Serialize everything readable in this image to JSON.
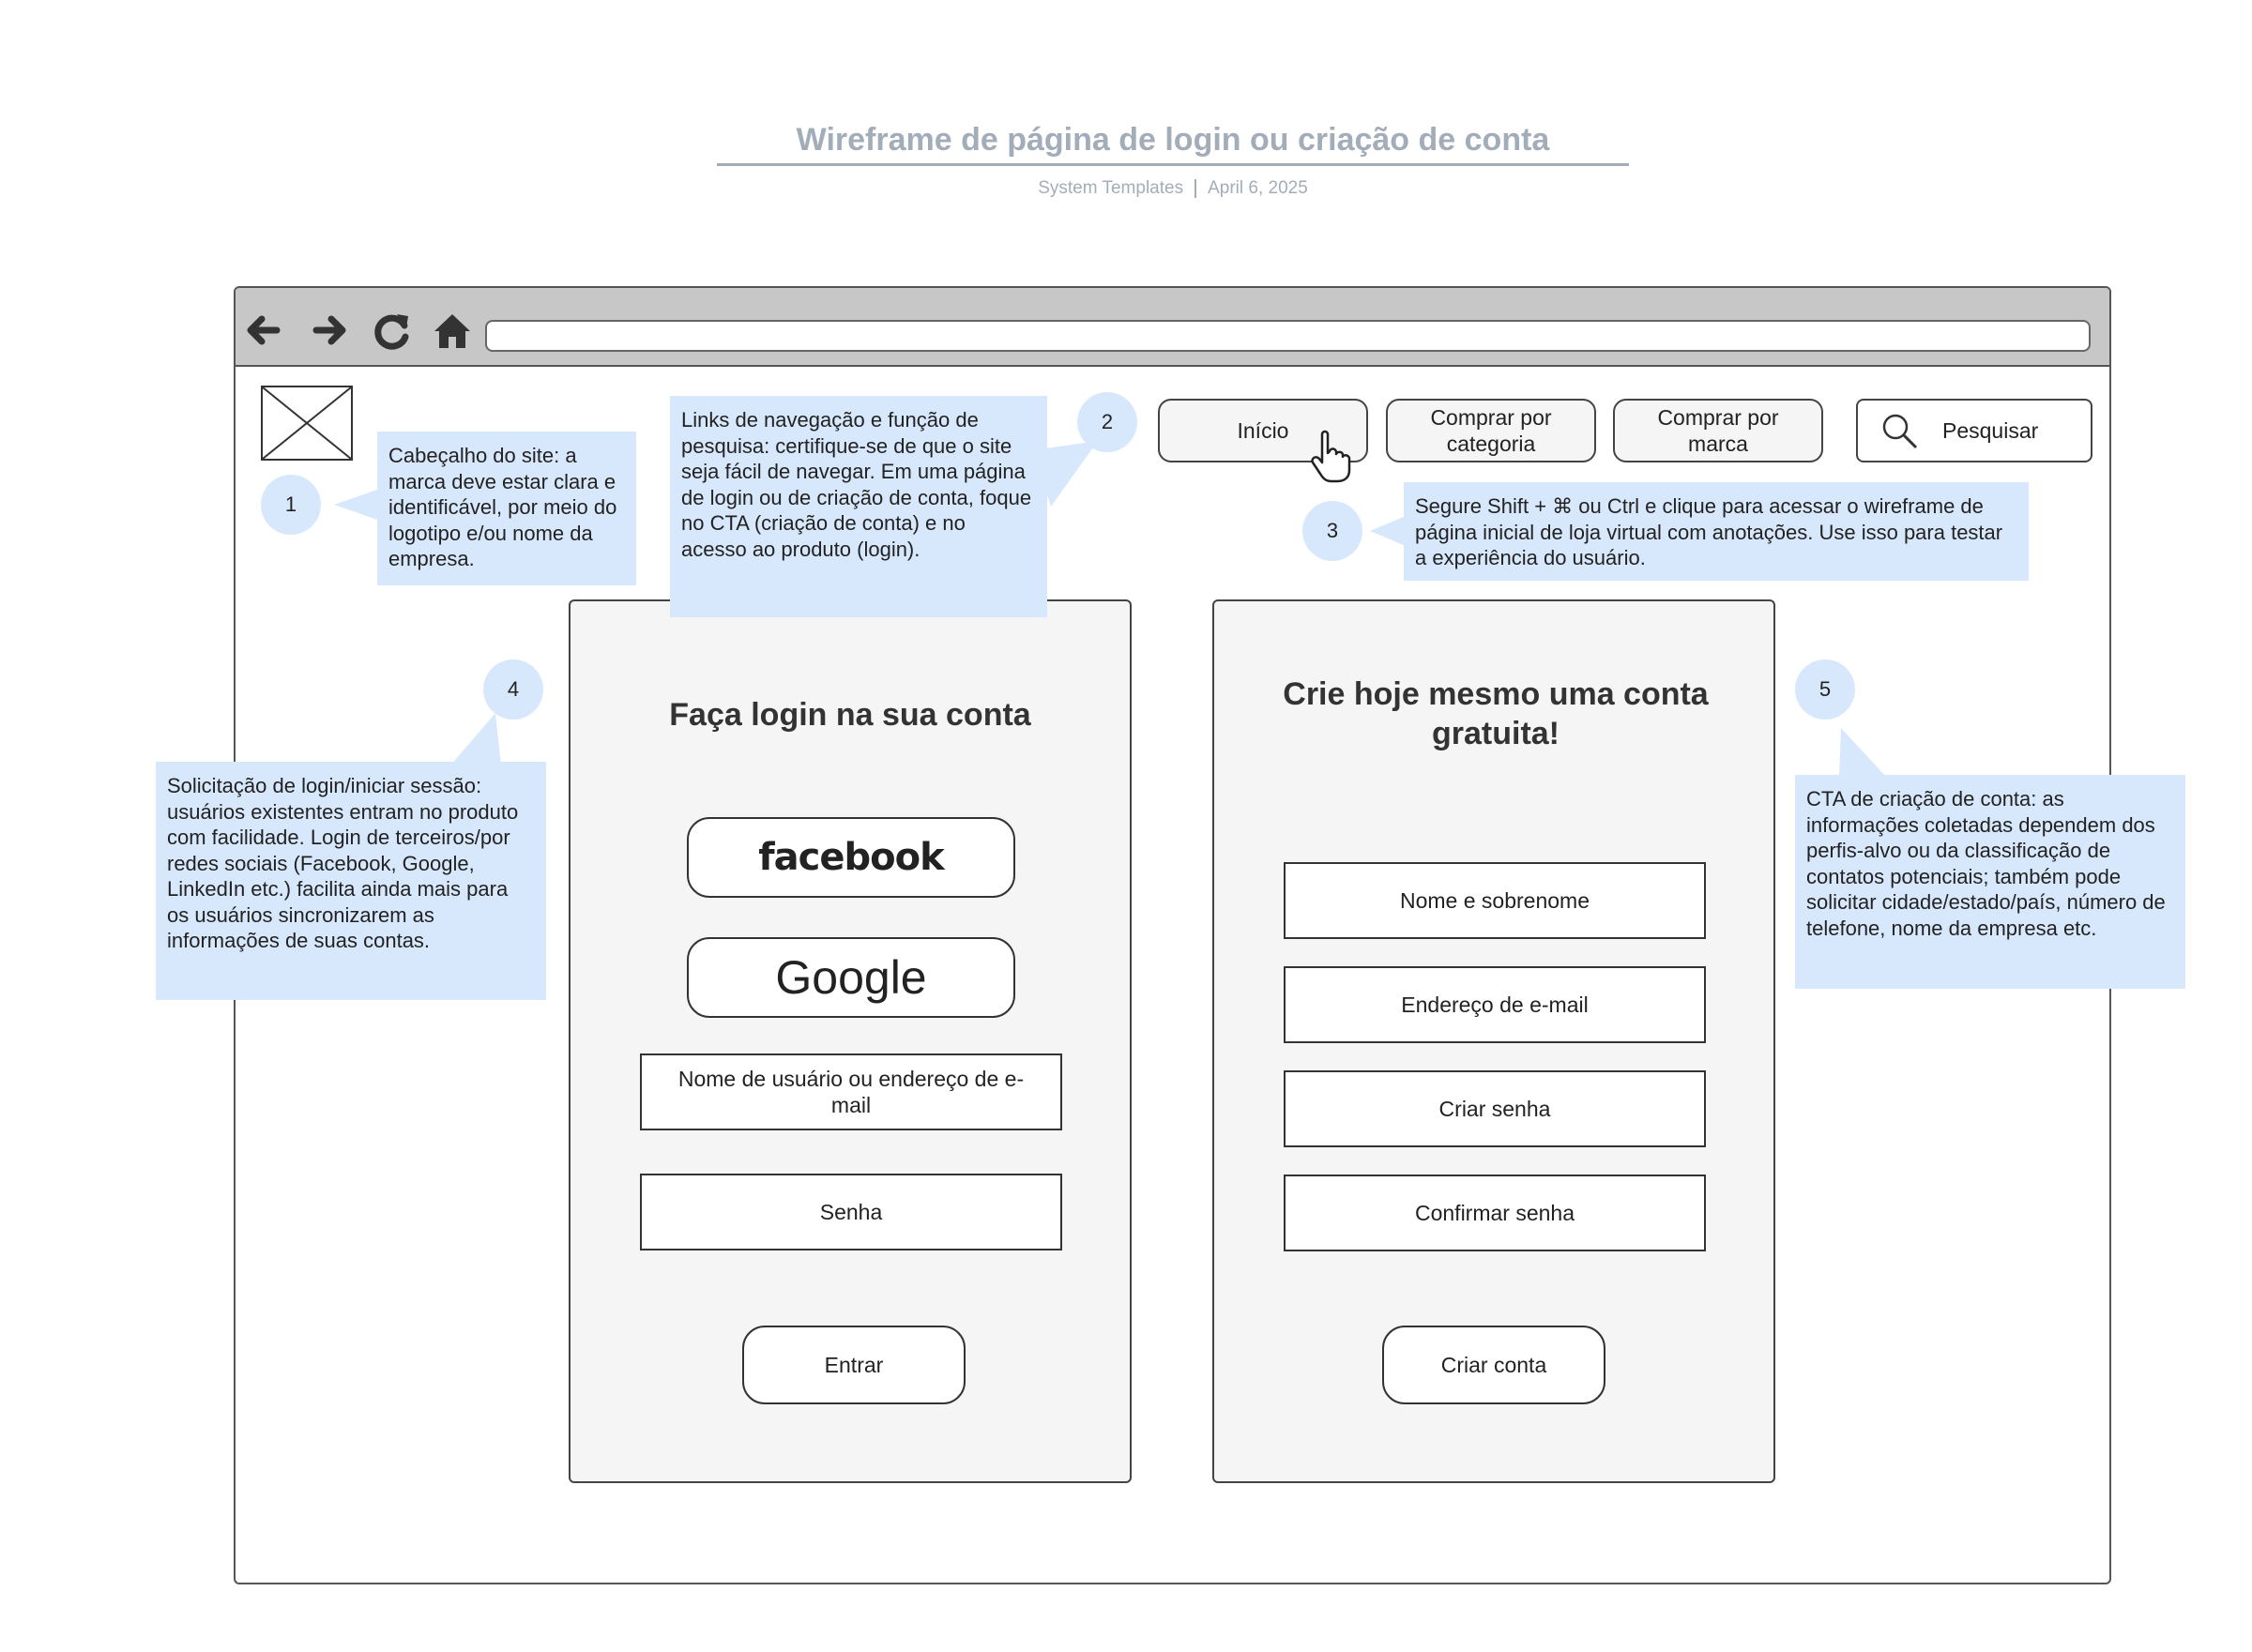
{
  "header": {
    "title": "Wireframe de página de login ou criação de conta",
    "author": "System Templates",
    "date": "April 6, 2025"
  },
  "browser": {
    "toolbar_icons": [
      "back-arrow-icon",
      "forward-arrow-icon",
      "reload-icon",
      "home-icon"
    ],
    "address_value": ""
  },
  "nav": {
    "home": "Início",
    "category": "Comprar por categoria",
    "brand": "Comprar por marca",
    "search": "Pesquisar"
  },
  "login": {
    "title": "Faça login na sua conta",
    "facebook": "facebook",
    "google": "Google",
    "username_placeholder": "Nome de usuário ou endereço de e-mail",
    "password_placeholder": "Senha",
    "submit": "Entrar"
  },
  "signup": {
    "title": "Crie hoje mesmo uma conta gratuita!",
    "name_placeholder": "Nome e sobrenome",
    "email_placeholder": "Endereço de e-mail",
    "password_placeholder": "Criar senha",
    "confirm_placeholder": "Confirmar senha",
    "submit": "Criar conta"
  },
  "annotations": [
    {
      "number": "1",
      "text": "Cabeçalho do site: a marca deve estar clara e identificável, por meio do logotipo e/ou nome da empresa."
    },
    {
      "number": "2",
      "text": "Links de navegação e função de pesquisa: certifique-se de que o site seja fácil de navegar. Em uma página de login ou de criação de conta, foque no CTA (criação de conta) e no acesso ao produto (login)."
    },
    {
      "number": "3",
      "text": "Segure Shift + ⌘ ou Ctrl e clique para acessar o wireframe de página inicial de loja virtual com anotações. Use isso para testar a experiência do usuário."
    },
    {
      "number": "4",
      "text": "Solicitação de login/iniciar sessão: usuários existentes entram no produto com facilidade. Login de terceiros/por redes sociais (Facebook, Google, LinkedIn etc.) facilita ainda mais para os usuários sincronizarem as informações de suas contas."
    },
    {
      "number": "5",
      "text": "CTA de criação de conta: as informações coletadas dependem dos perfis-alvo ou da classificação de contatos potenciais; também pode solicitar cidade/estado/país, número de telefone, nome da empresa etc."
    }
  ],
  "colors": {
    "annotation_bg": "#d8e8fc",
    "title_gray": "#a3adb9",
    "panel_bg": "#f5f5f5",
    "toolbar_bg": "#c7c7c7"
  }
}
